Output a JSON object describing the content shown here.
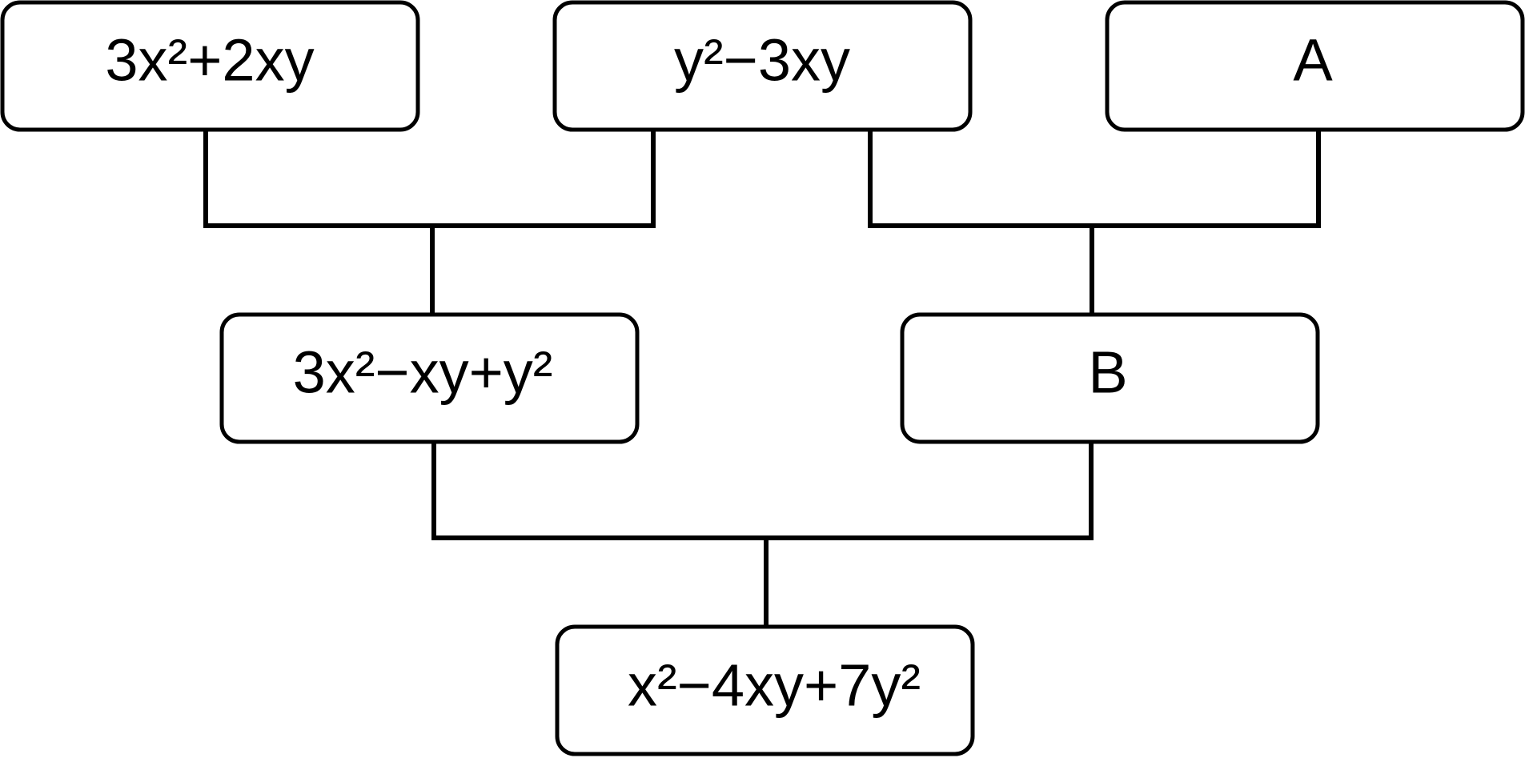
{
  "diagram": {
    "top_row": {
      "left": "3x²+2xy",
      "middle": "y²−3xy",
      "right": "A"
    },
    "middle_row": {
      "left": "3x²−xy+y²",
      "right": "B"
    },
    "bottom_row": {
      "center": "x²−4xy+7y²"
    }
  }
}
